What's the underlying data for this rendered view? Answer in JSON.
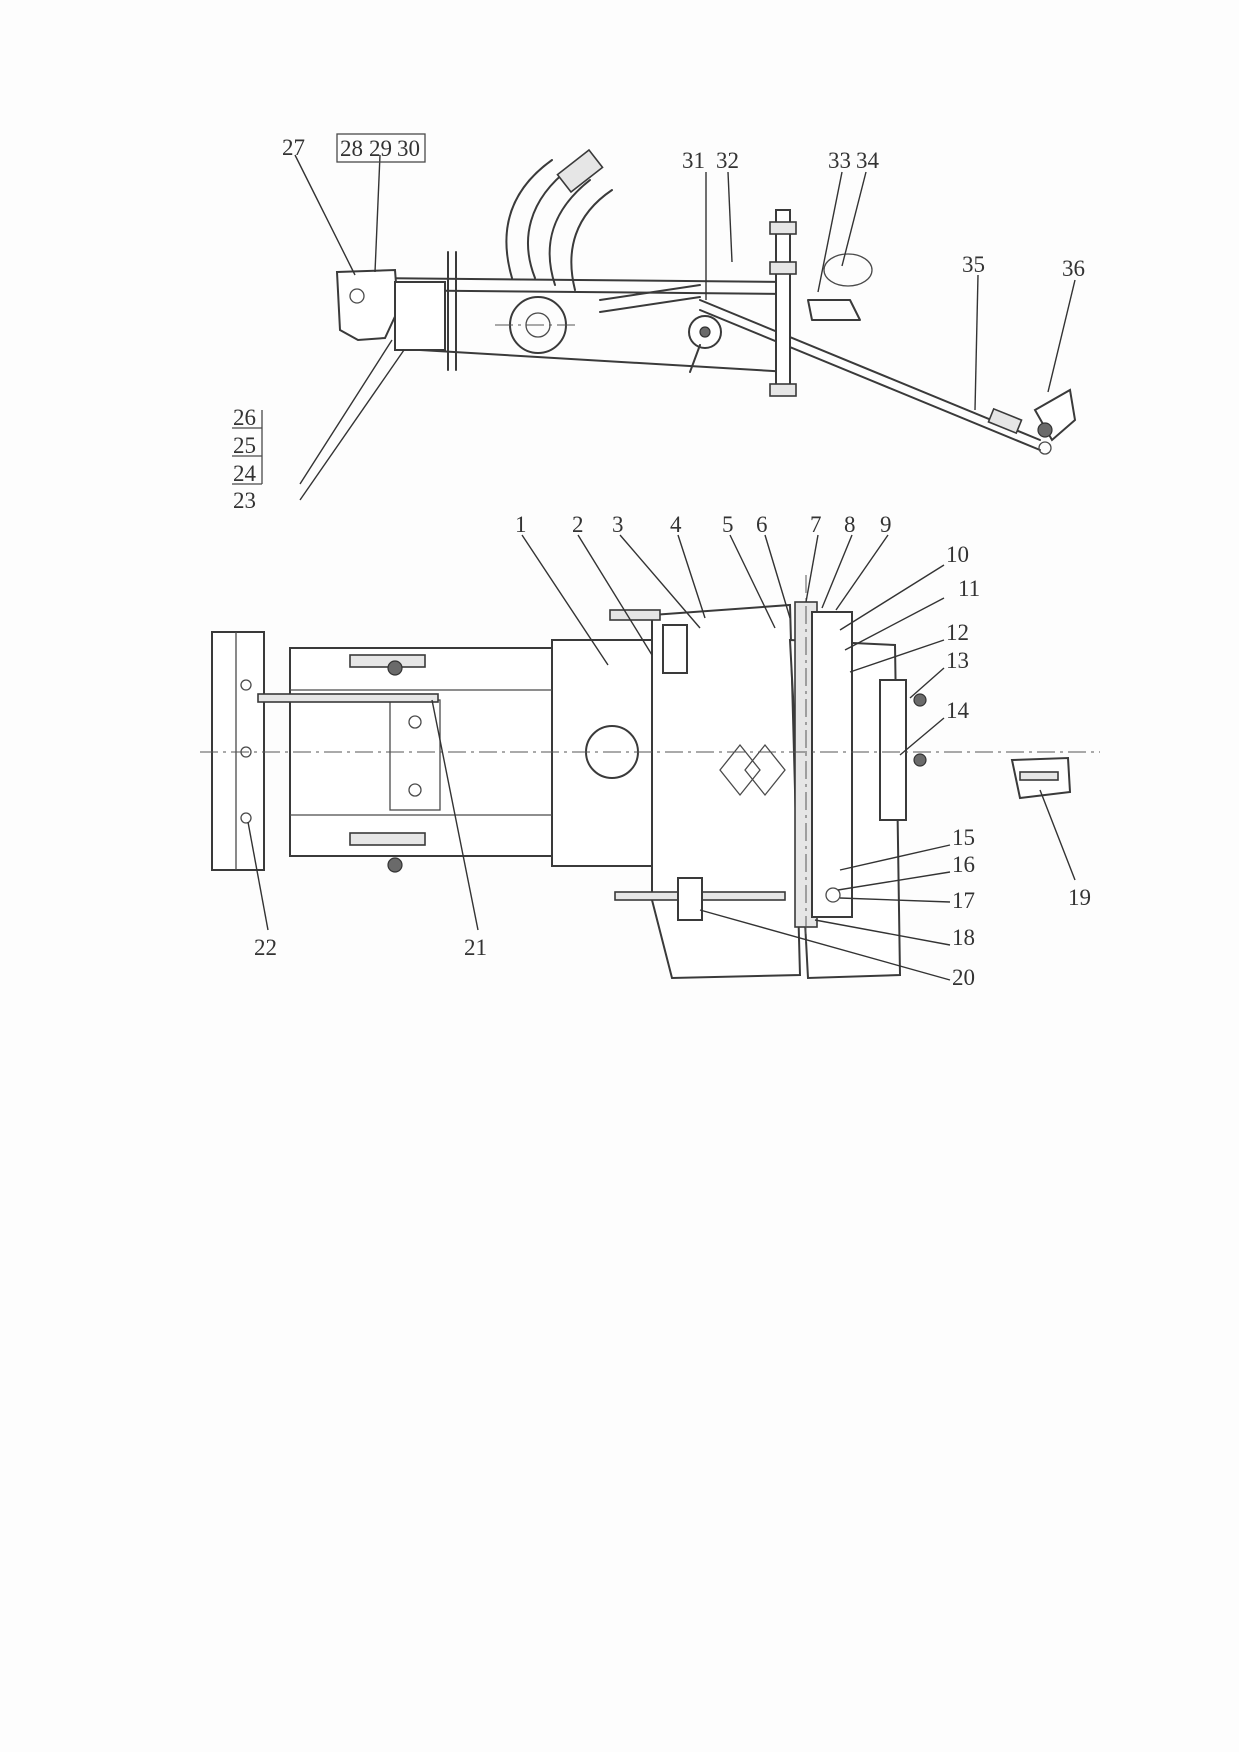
{
  "figure": {
    "upper_view": {
      "callouts": [
        "27",
        "28",
        "29",
        "30",
        "31",
        "32",
        "33",
        "34",
        "35",
        "36",
        "26",
        "25",
        "24",
        "23"
      ]
    },
    "lower_view": {
      "callouts": [
        "1",
        "2",
        "3",
        "4",
        "5",
        "6",
        "7",
        "8",
        "9",
        "10",
        "11",
        "12",
        "13",
        "14",
        "15",
        "16",
        "17",
        "18",
        "19",
        "20",
        "21",
        "22"
      ]
    }
  }
}
